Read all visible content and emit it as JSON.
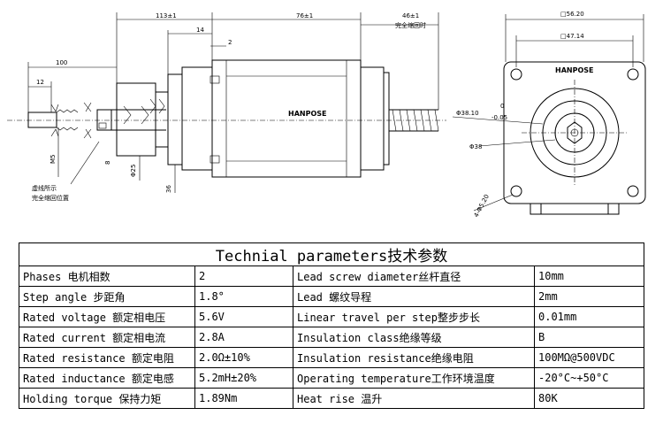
{
  "drawing": {
    "brand_side": "HANPOSE",
    "brand_front": "HANPOSE",
    "dims": {
      "d113": "113±1",
      "d76": "76±1",
      "d46": "46±1",
      "d14": "14",
      "d2": "2",
      "d100": "100",
      "d12": "12",
      "m5": "M5",
      "d8": "8",
      "phi25": "Φ25",
      "d36": "36",
      "sq5620": "□56.20",
      "sq4714": "□47.14",
      "phi3810": "Φ38.10",
      "tol0": "0",
      "tol005": "-0.05",
      "phi38": "Φ38",
      "holes": "4-Φ5.20"
    },
    "notes": {
      "full_retract": "完全缩回时",
      "dashed_line_1": "虚线所示",
      "dashed_line_2": "完全缩回位置"
    }
  },
  "table": {
    "title": "Technial parameters技术参数",
    "rows": [
      {
        "label": "Phases 电机相数",
        "value": "2",
        "label2": "Lead screw diameter丝杆直径",
        "value2": "10mm"
      },
      {
        "label": "Step angle 步距角",
        "value": "1.8°",
        "label2": "Lead 螺纹导程",
        "value2": "2mm"
      },
      {
        "label": "Rated voltage 额定相电压",
        "value": "5.6V",
        "label2": "Linear travel per step整步步长",
        "value2": "0.01mm"
      },
      {
        "label": "Rated current 额定相电流",
        "value": "2.8A",
        "label2": "Insulation class绝缘等级",
        "value2": "B"
      },
      {
        "label": "Rated resistance 额定电阻",
        "value": "2.0Ω±10%",
        "label2": "Insulation resistance绝缘电阻",
        "value2": "100MΩ@500VDC"
      },
      {
        "label": "Rated inductance 额定电感",
        "value": "5.2mH±20%",
        "label2": "Operating temperature工作环境温度",
        "value2": "-20°C~+50°C"
      },
      {
        "label": "Holding torque 保持力矩",
        "value": "1.89Nm",
        "label2": "Heat rise 温升",
        "value2": "80K"
      }
    ]
  }
}
